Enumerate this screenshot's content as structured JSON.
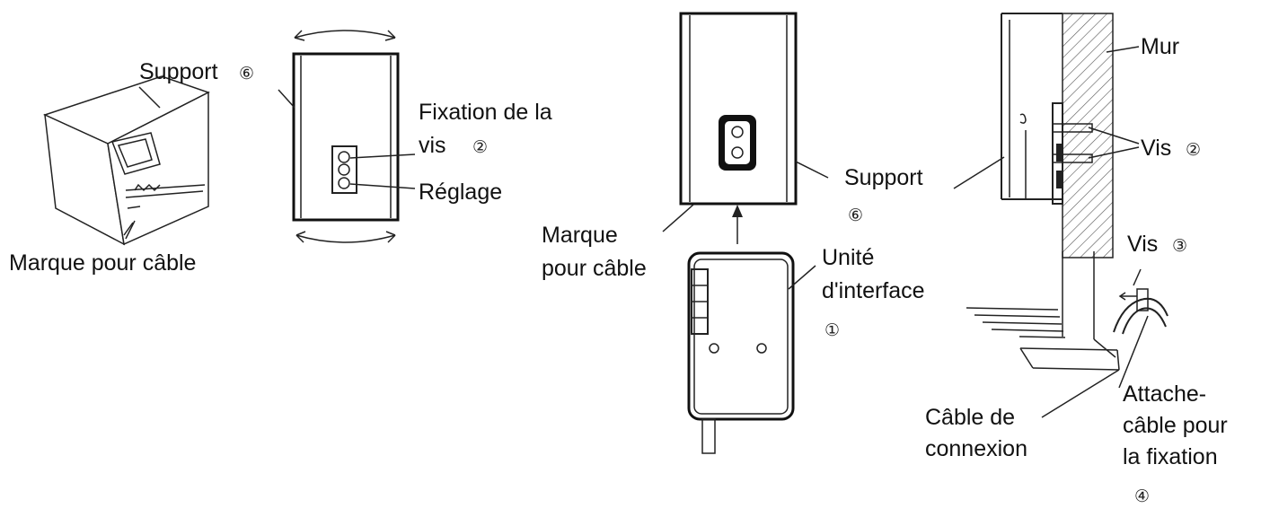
{
  "labels": {
    "support_top": "Support",
    "circ_6": "⑥",
    "marque_left": "Marque pour câble",
    "fixation_line1": "Fixation de la",
    "fixation_line2": "vis",
    "circ_2": "②",
    "reglage": "Réglage",
    "marque_center_line1": "Marque",
    "marque_center_line2": "pour câble",
    "support_center": "Support",
    "unite_line1": "Unité",
    "unite_line2": "d'interface",
    "circ_1": "①",
    "mur": "Mur",
    "vis": "Vis",
    "vis3": "Vis",
    "circ_3": "③",
    "cable_line1": "Câble de",
    "cable_line2": "connexion",
    "attache_line1": "Attache-",
    "attache_line2": "câble pour",
    "attache_line3": "la fixation",
    "circ_4": "④"
  }
}
